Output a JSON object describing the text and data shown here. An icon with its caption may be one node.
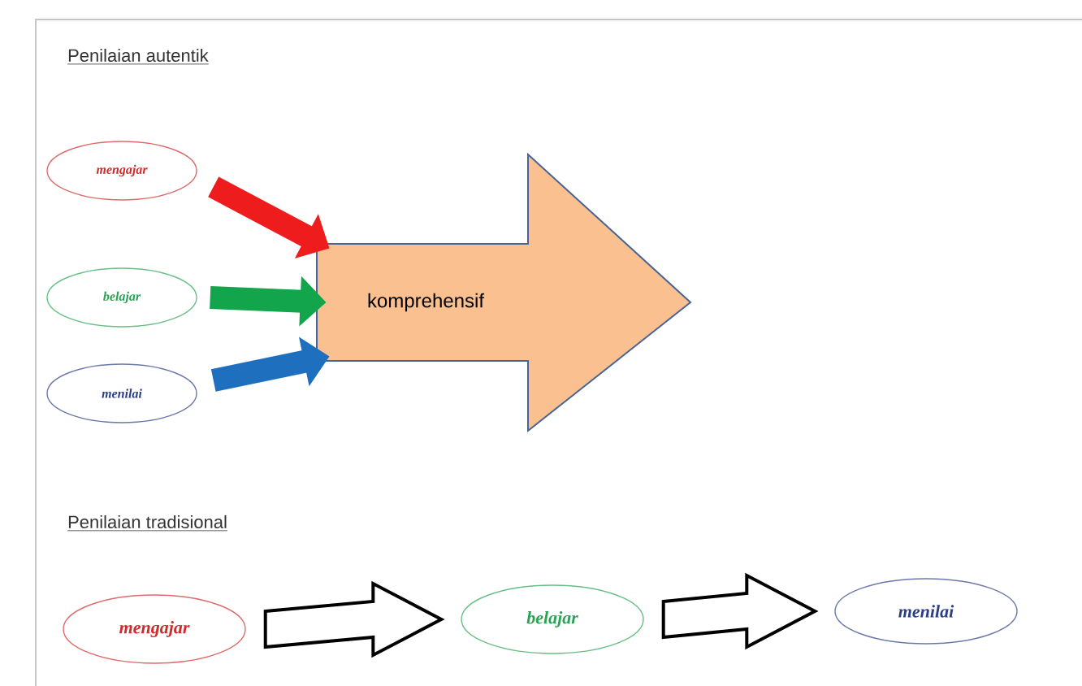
{
  "diagram": {
    "nodes": [
      {
        "text": [
          "mengajar"
        ]
      },
      {
        "text": [
          "belajar"
        ]
      },
      {
        "text": [
          "menilai"
        ]
      },
      {
        "text": [
          "komprehensif"
        ]
      },
      {
        "text": [
          "mengajar"
        ]
      },
      {
        "text": [
          "belajar"
        ]
      },
      {
        "text": [
          "menilai"
        ]
      }
    ],
    "edges": [
      {
        "from": 0,
        "to": 3,
        "arrow": "to",
        "color": "#ee1c1c"
      },
      {
        "from": 1,
        "to": 3,
        "arrow": "to",
        "color": "#13a54b"
      },
      {
        "from": 2,
        "to": 3,
        "arrow": "to",
        "color": "#1f6fbf"
      },
      {
        "from": 4,
        "to": 5,
        "arrow": "to"
      },
      {
        "from": 5,
        "to": 6,
        "arrow": "to"
      }
    ],
    "labels": [
      "Penilaian autentik",
      "Penilaian tradisional"
    ]
  }
}
